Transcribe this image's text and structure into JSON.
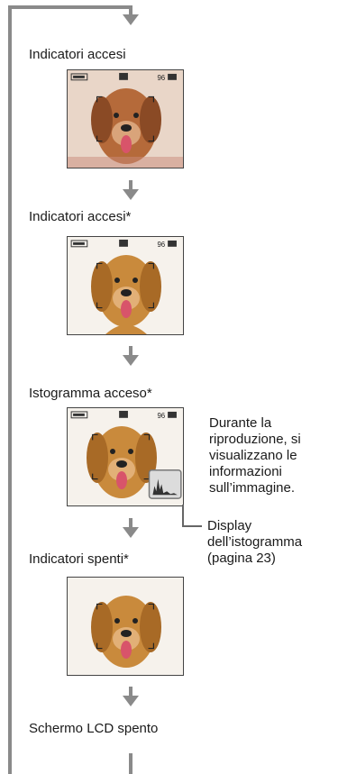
{
  "colors": {
    "rail": "#8a8a8a",
    "text": "#1a1a1a",
    "dog_fur": "#c98a3c",
    "bg_warm": "#e8d2c2",
    "bg_white": "#f7f3ee"
  },
  "steps": [
    {
      "label": "Indicatori accesi"
    },
    {
      "label": "Indicatori accesi*"
    },
    {
      "label": "Istogramma acceso*"
    },
    {
      "label": "Indicatori spenti*"
    },
    {
      "label": "Schermo LCD spento"
    }
  ],
  "hud": {
    "count": "96"
  },
  "notes": {
    "playback": "Durante la\nriproduzione, si\nvisualizzano le\ninformazioni\nsull’immagine.",
    "histogram": "Display\ndell’istogramma\n(pagina 23)"
  },
  "icons": [
    "battery-icon",
    "image-size-icon",
    "memory-card-icon",
    "arrow-down-icon"
  ]
}
